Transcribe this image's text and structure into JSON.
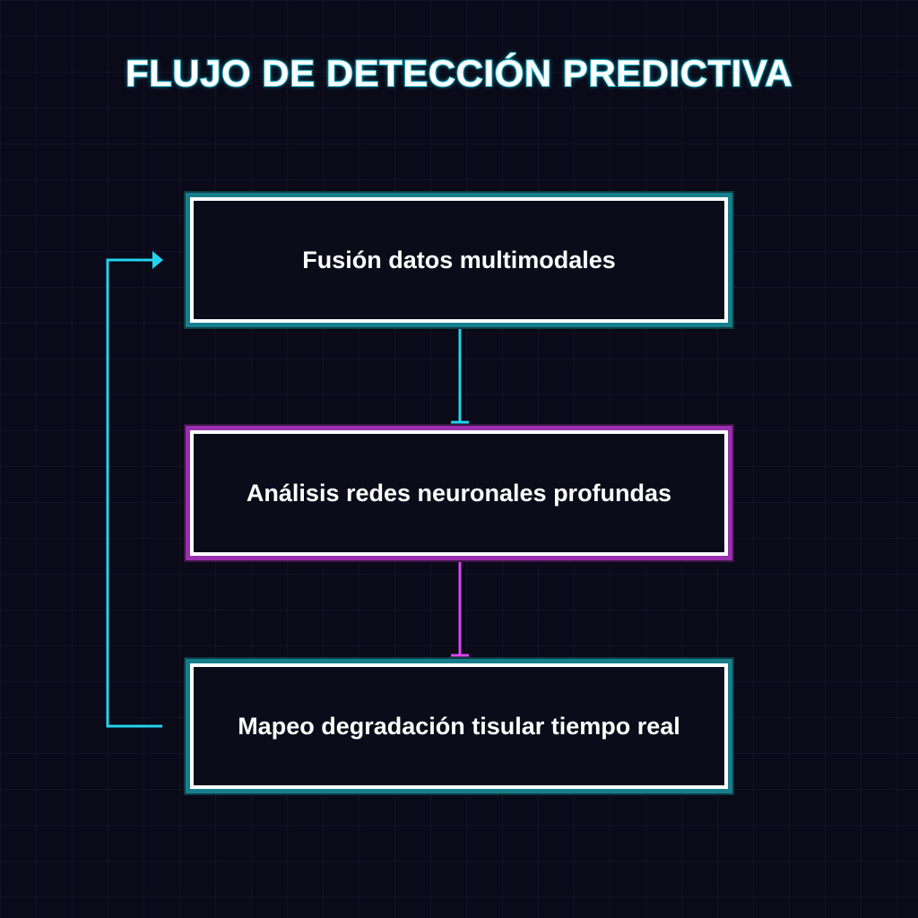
{
  "title": "FLUJO DE DETECCIÓN PREDICTIVA",
  "nodes": [
    {
      "label": "Fusión datos multimodales",
      "accent": "#22d3ee"
    },
    {
      "label": "Análisis redes neuronales profundas",
      "accent": "#d946ef"
    },
    {
      "label": "Mapeo degradación tisular tiempo real",
      "accent": "#22d3ee"
    }
  ],
  "colors": {
    "background": "#0a0a18",
    "cyan": "#22d3ee",
    "magenta": "#d946ef",
    "text": "#ffffff"
  }
}
